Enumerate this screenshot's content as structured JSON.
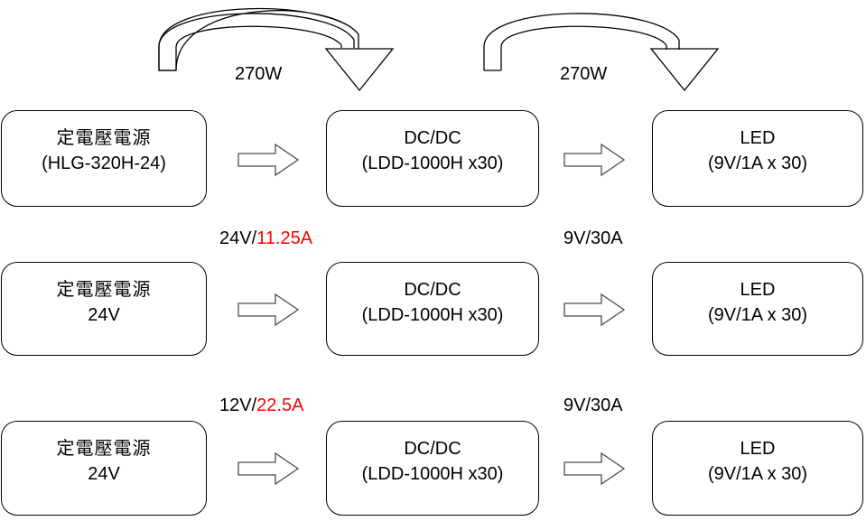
{
  "diagram": {
    "title_text": "",
    "colors": {
      "stroke": "#000000",
      "fill": "#ffffff",
      "text": "#000000",
      "highlight": "#ff0000"
    },
    "rows": [
      {
        "id": "row-1",
        "source": {
          "line1": "定電壓電源",
          "line2": "(HLG-320H-24)"
        },
        "converter": {
          "line1": "DC/DC",
          "line2": "(LDD-1000H x30)"
        },
        "load": {
          "line1": "LED",
          "line2": "(9V/1A x 30)"
        },
        "label_left": {
          "prefix": "270W",
          "highlight": ""
        },
        "label_right": {
          "prefix": "270W",
          "highlight": ""
        },
        "label_style": "curved-arc"
      },
      {
        "id": "row-2",
        "source": {
          "line1": "定電壓電源",
          "line2": "24V"
        },
        "converter": {
          "line1": "DC/DC",
          "line2": "(LDD-1000H x30)"
        },
        "load": {
          "line1": "LED",
          "line2": "(9V/1A x 30)"
        },
        "label_left": {
          "prefix": "24V/",
          "highlight": "11.25A"
        },
        "label_right": {
          "prefix": "9V/30A",
          "highlight": ""
        },
        "label_style": "plain"
      },
      {
        "id": "row-3",
        "source": {
          "line1": "定電壓電源",
          "line2": "24V"
        },
        "converter": {
          "line1": "DC/DC",
          "line2": "(LDD-1000H x30)"
        },
        "load": {
          "line1": "LED",
          "line2": "(9V/1A x 30)"
        },
        "label_left": {
          "prefix": "12V/",
          "highlight": "22.5A"
        },
        "label_right": {
          "prefix": "9V/30A",
          "highlight": ""
        },
        "label_style": "plain"
      }
    ],
    "icons": {
      "block_arrow": "block-arrow-right-icon",
      "curved_arrow": "curved-arrow-down-icon"
    }
  }
}
